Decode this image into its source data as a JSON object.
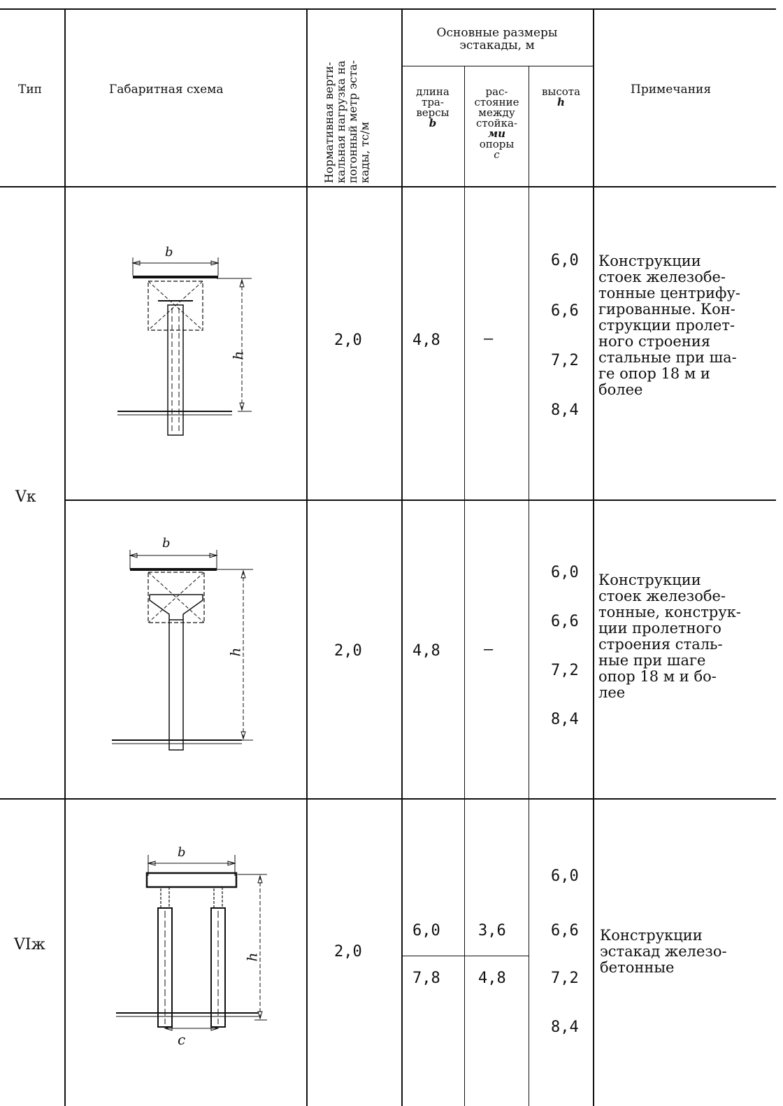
{
  "headers": {
    "type": "Тип",
    "scheme": "Габаритная схема",
    "load": [
      "Нормативная верти-",
      "кальная нагрузка на",
      "погонный метр эста-",
      "кады, тс/м"
    ],
    "dims_group": [
      "Основные размеры",
      "эстакады, м"
    ],
    "length": [
      "длина",
      "тра-",
      "версы",
      "b"
    ],
    "spacing": [
      "рас-",
      "стояние",
      "между",
      "стойка-",
      "ми",
      "опоры",
      "c"
    ],
    "height": [
      "высота",
      "h"
    ],
    "notes": "Примечания"
  },
  "groups": [
    {
      "type": "Vк",
      "rows": [
        {
          "scheme_labels": {
            "b": "b",
            "h": "h"
          },
          "load": "2,0",
          "length": [
            "4,8"
          ],
          "spacing": [
            "—"
          ],
          "heights": [
            "6,0",
            "6,6",
            "7,2",
            "8,4"
          ],
          "note": [
            "Конструкции",
            "стоек железобе-",
            "тонные центрифу-",
            "гированные. Кон-",
            "струкции пролет-",
            "ного строения",
            "стальные при ша-",
            "ге опор 18 м и",
            "более"
          ]
        },
        {
          "scheme_labels": {
            "b": "b",
            "h": "h"
          },
          "load": "2,0",
          "length": [
            "4,8"
          ],
          "spacing": [
            "—"
          ],
          "heights": [
            "6,0",
            "6,6",
            "7,2",
            "8,4"
          ],
          "note": [
            "Конструкции",
            "стоек железобе-",
            "тонные, конструк-",
            "ции пролетного",
            "строения сталь-",
            "ные при шаге",
            "опор 18 м и бо-",
            "лее"
          ]
        }
      ]
    },
    {
      "type": "VIж",
      "rows": [
        {
          "scheme_labels": {
            "b": "b",
            "h": "h",
            "c": "c"
          },
          "load": "2,0",
          "length": [
            "6,0",
            "7,8"
          ],
          "spacing": [
            "3,6",
            "4,8"
          ],
          "heights": [
            "6,0",
            "6,6",
            "7,2",
            "8,4"
          ],
          "note": [
            "Конструкции",
            "эстакад железо-",
            "бетонные"
          ]
        }
      ]
    }
  ]
}
